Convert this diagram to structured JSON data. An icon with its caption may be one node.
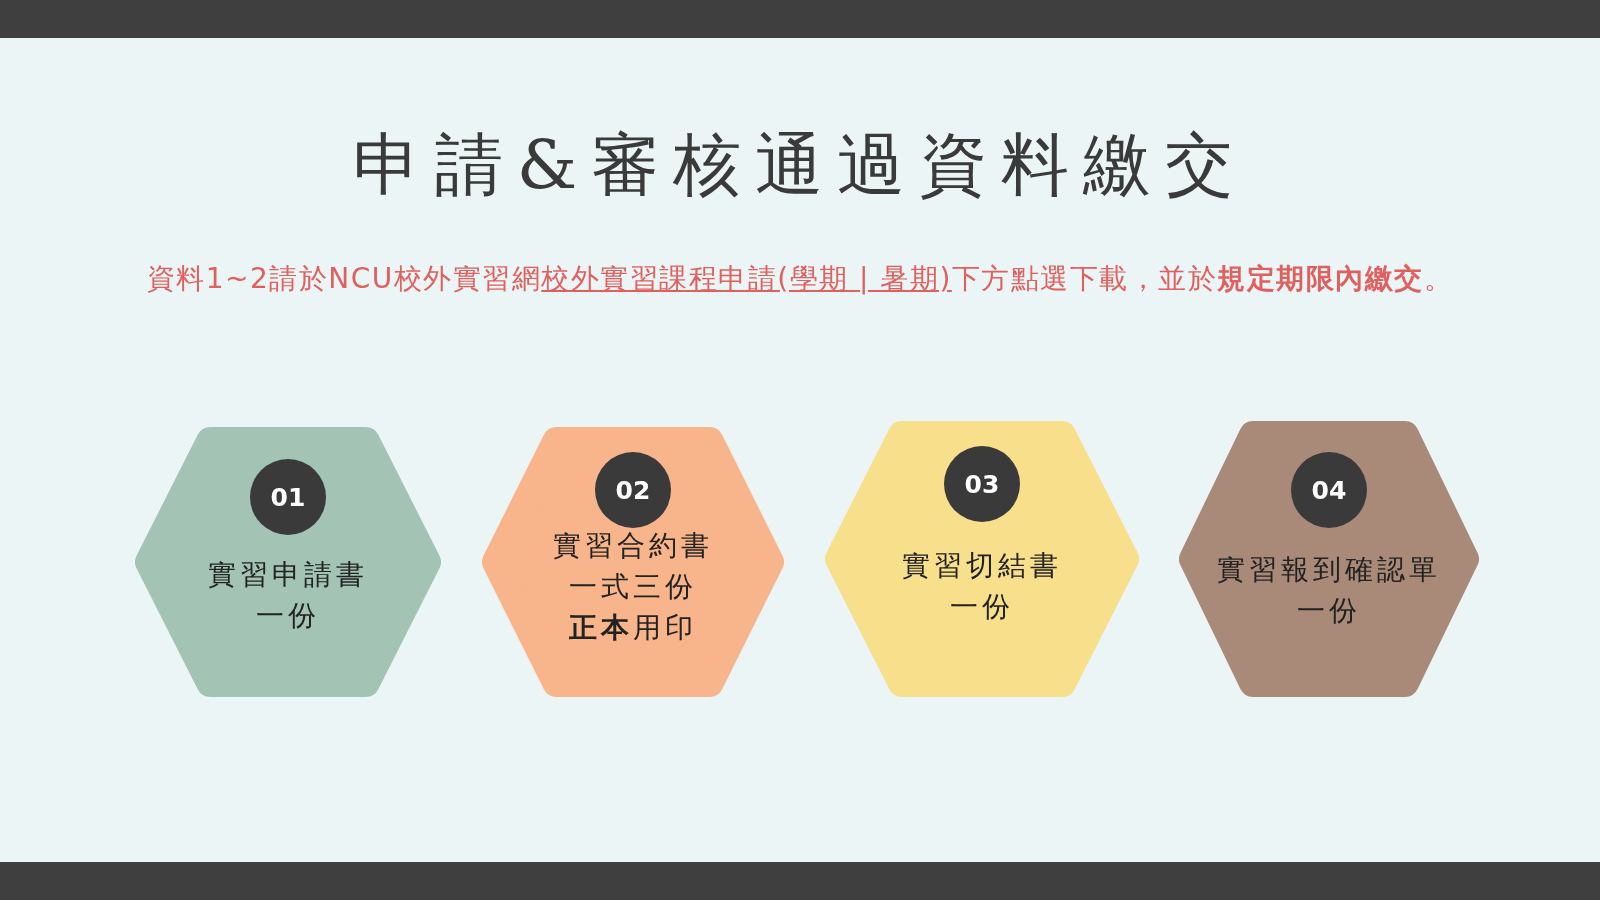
{
  "diagram": {
    "title": "申請&審核通過資料繳交",
    "nodes": [
      {
        "text": [
          "實習申請書",
          "一份"
        ]
      },
      {
        "text": [
          "01"
        ],
        "in": 0
      },
      {
        "text": [
          "實習合約書",
          "一式三份",
          "**正本**用印"
        ]
      },
      {
        "text": [
          "02"
        ],
        "in": 2
      },
      {
        "text": [
          "實習切結書",
          "一份"
        ]
      },
      {
        "text": [
          "03"
        ],
        "in": 4
      },
      {
        "text": [
          "實習報到確認單",
          "一份"
        ]
      },
      {
        "text": [
          "04"
        ],
        "in": 6
      }
    ],
    "labels": [
      "資料1~2請於NCU校外實習網",
      "校外實習課程申請(學期 | 暑期)",
      "下方點選下載，並於**規定期限內繳交**。"
    ]
  }
}
